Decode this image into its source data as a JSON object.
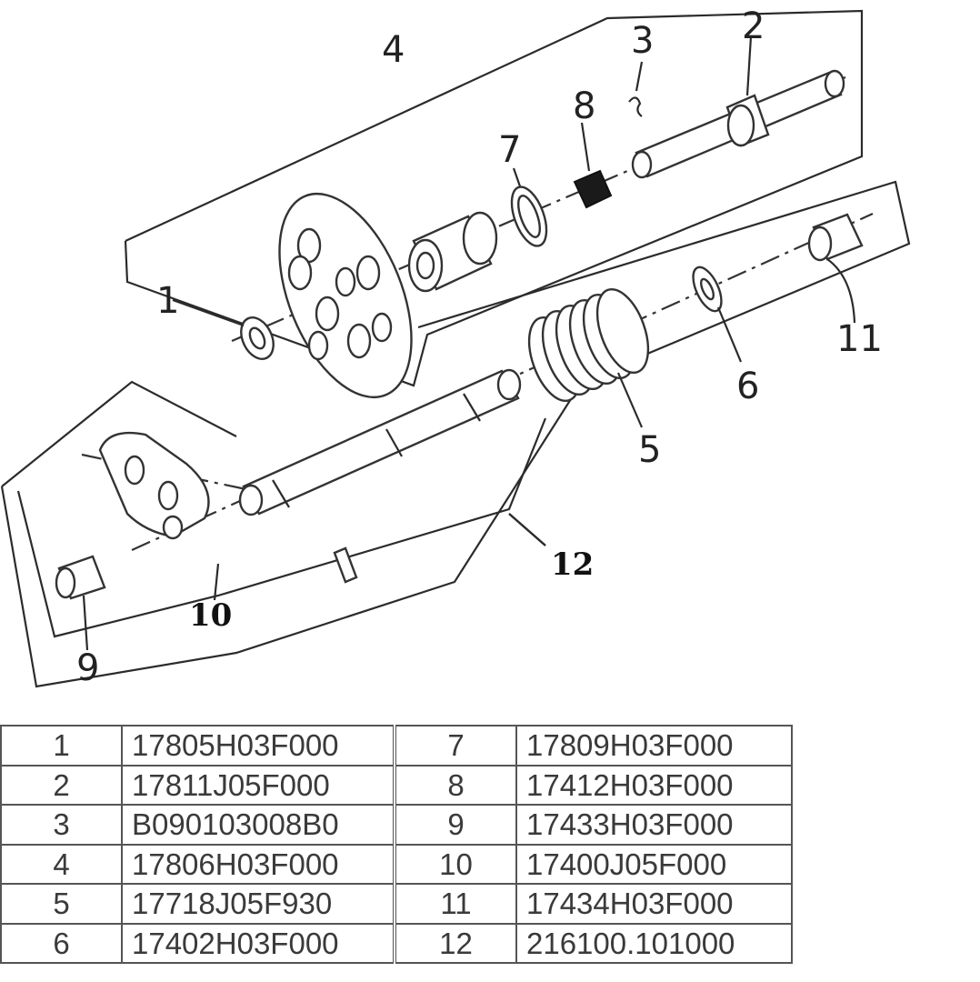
{
  "diagram": {
    "callouts": [
      "1",
      "2",
      "3",
      "4",
      "5",
      "6",
      "7",
      "8",
      "9",
      "10",
      "11",
      "12"
    ]
  },
  "parts_table": {
    "rows": [
      {
        "left_no": "1",
        "left_part": "17805H03F000",
        "right_no": "7",
        "right_part": "17809H03F000"
      },
      {
        "left_no": "2",
        "left_part": "17811J05F000",
        "right_no": "8",
        "right_part": "17412H03F000"
      },
      {
        "left_no": "3",
        "left_part": "B090103008B0",
        "right_no": "9",
        "right_part": "17433H03F000"
      },
      {
        "left_no": "4",
        "left_part": "17806H03F000",
        "right_no": "10",
        "right_part": "17400J05F000"
      },
      {
        "left_no": "5",
        "left_part": "17718J05F930",
        "right_no": "11",
        "right_part": "17434H03F000"
      },
      {
        "left_no": "6",
        "left_part": "17402H03F000",
        "right_no": "12",
        "right_part": "216100.101000"
      }
    ]
  }
}
